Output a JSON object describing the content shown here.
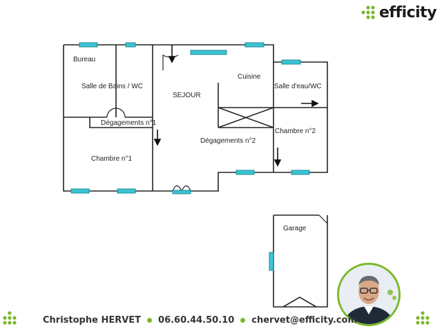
{
  "brand": {
    "logo_text": "efficity",
    "accent_color": "#7ab829",
    "window_color": "#3cc4d4"
  },
  "plan": {
    "rooms": [
      {
        "id": "bureau",
        "label": "Bureau"
      },
      {
        "id": "sdb",
        "label": "Salle de Bains / WC"
      },
      {
        "id": "sejour",
        "label": "SEJOUR"
      },
      {
        "id": "cuisine",
        "label": "Cuisine"
      },
      {
        "id": "sde",
        "label": "Salle d'eau/WC"
      },
      {
        "id": "deg1",
        "label": "Dégagements n°1"
      },
      {
        "id": "chambre2",
        "label": "Chambre n°2"
      },
      {
        "id": "deg2",
        "label": "Dégagements n°2"
      },
      {
        "id": "chambre1",
        "label": "Chambre n°1"
      },
      {
        "id": "garage",
        "label": "Garage"
      }
    ]
  },
  "contact": {
    "name": "Christophe HERVET",
    "phone": "06.60.44.50.10",
    "email": "chervet@efficity.com"
  },
  "icons": {
    "logo_mark": "dots-grid-icon",
    "avatar": "agent-photo",
    "footer_left": "dots-grid-icon",
    "footer_right": "dots-grid-icon"
  }
}
